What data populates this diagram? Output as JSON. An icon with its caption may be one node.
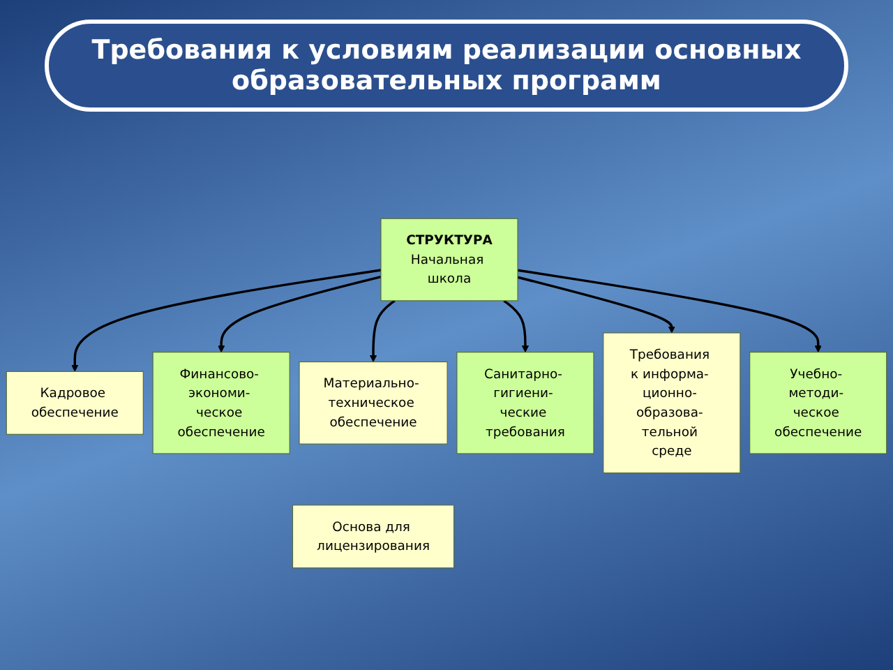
{
  "diagram": {
    "title": "Требования к условиям реализации основных образовательных программ",
    "nodes": [
      {
        "text": [
          "СТРУКТУРА",
          "Начальная школа"
        ]
      },
      {
        "text": [
          "Кадровое обеспечение"
        ]
      },
      {
        "text": [
          "Финансово- экономи- ческое обеспечение"
        ]
      },
      {
        "text": [
          "Материально- техническое обеспечение"
        ]
      },
      {
        "text": [
          "Санитарно- гигиени- ческие требования"
        ]
      },
      {
        "text": [
          "Требования к информа- ционно- образова- тельной среде"
        ]
      },
      {
        "text": [
          "Учебно- методи- ческое обеспечение"
        ]
      },
      {
        "text": [
          "Основа для лицензирования"
        ]
      }
    ],
    "edges": [
      {
        "from": 0,
        "to": 1,
        "arrow": "to"
      },
      {
        "from": 0,
        "to": 2,
        "arrow": "to"
      },
      {
        "from": 0,
        "to": 3,
        "arrow": "to"
      },
      {
        "from": 0,
        "to": 4,
        "arrow": "to"
      },
      {
        "from": 0,
        "to": 5,
        "arrow": "to"
      },
      {
        "from": 0,
        "to": 6,
        "arrow": "to"
      }
    ]
  }
}
